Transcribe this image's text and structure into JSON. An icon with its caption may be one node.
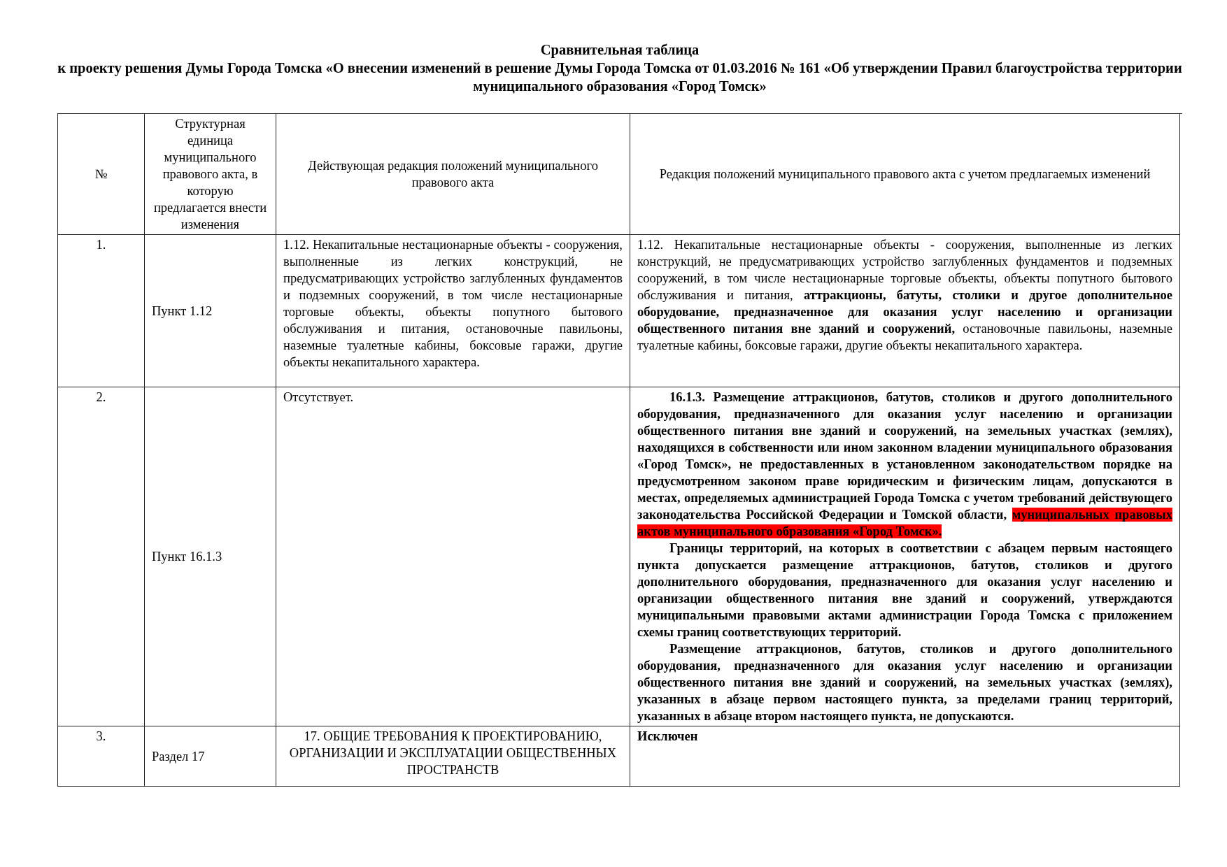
{
  "diagram": {
    "title": "Сравнительная таблица",
    "labels": [
      "к проекту решения Думы Города Томска «О внесении изменений в решение Думы Города Томска от 01.03.2016 № 161 «Об утверждении Правил благоустройства территории муниципального образования «Город Томск»",
      "№",
      "Структурная единица муниципального правового акта, в которую предлагается внести изменения",
      "Действующая редакция положений муниципального правового акта",
      "Редакция положений муниципального правового акта с учетом предлагаемых изменений",
      "1.",
      "Пункт 1.12",
      "1.12. Некапитальные нестационарные объекты - сооружения, выполненные из легких конструкций, не предусматривающих устройство заглубленных фундаментов и подземных сооружений, в том числе нестационарные торговые объекты, объекты попутного бытового обслуживания и питания, остановочные павильоны, наземные туалетные кабины, боксовые гаражи, другие объекты некапитального характера.",
      "1.12. Некапитальные нестационарные объекты - сооружения, выполненные из легких конструкций, не предусматривающих устройство заглубленных фундаментов и подземных сооружений, в том числе нестационарные торговые объекты, объекты попутного бытового обслуживания и питания, **аттракционы, батуты, столики и другое дополнительное оборудование, предназначенное для оказания услуг населению и организации общественного питания вне зданий и сооружений,** остановочные павильоны, наземные туалетные кабины, боксовые гаражи, другие объекты некапитального характера.",
      "2.",
      "Пункт 16.1.3",
      "Отсутствует.",
      "16.1.3. Размещение аттракционов, батутов, столиков и другого дополнительного оборудования, предназначенного для оказания услуг населению и организации общественного питания вне зданий и сооружений, на земельных участках (землях), находящихся в собственности или ином законном владении муниципального образования «Город Томск», не предоставленных в установленном законодательством порядке на предусмотренном законом праве юридическим и физическим лицам, допускаются в местах, определяемых администрацией Города Томска с учетом требований действующего законодательства Российской Федерации и Томской области,",
      "муниципальных правовых актов муниципального образования «Город Томск».",
      "Границы территорий, на которых в соответствии с абзацем первым настоящего пункта допускается размещение аттракционов, батутов, столиков и другого дополнительного оборудования, предназначенного для оказания услуг населению и организации общественного питания вне зданий и сооружений, утверждаются муниципальными правовыми актами администрации Города Томска с приложением схемы границ соответствующих территорий.",
      "Размещение аттракционов, батутов, столиков и другого дополнительного оборудования, предназначенного для оказания услуг населению и организации общественного питания вне зданий и сооружений, на земельных участках (землях), указанных в абзаце первом настоящего пункта, за пределами границ территорий, указанных в абзаце втором настоящего пункта, не допускаются.",
      "3.",
      "Раздел 17",
      "17. ОБЩИЕ ТРЕБОВАНИЯ К ПРОЕКТИРОВАНИЮ, ОРГАНИЗАЦИИ И ЭКСПЛУАТАЦИИ ОБЩЕСТВЕННЫХ ПРОСТРАНСТВ",
      "Исключен"
    ]
  }
}
